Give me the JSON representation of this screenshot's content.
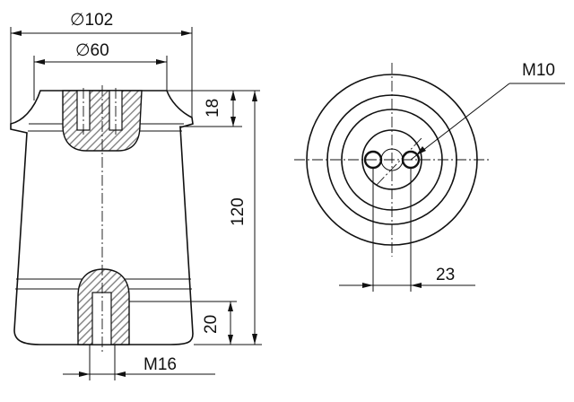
{
  "dimensions": {
    "outer_diameter": "∅102",
    "inner_diameter": "∅60",
    "top_thread_depth": "18",
    "total_height": "120",
    "bottom_thread_depth": "20",
    "bottom_thread": "M16",
    "top_thread": "M10",
    "hole_spacing": "23"
  },
  "colors": {
    "line": "#111111",
    "hatch": "#999999",
    "background": "#ffffff"
  }
}
